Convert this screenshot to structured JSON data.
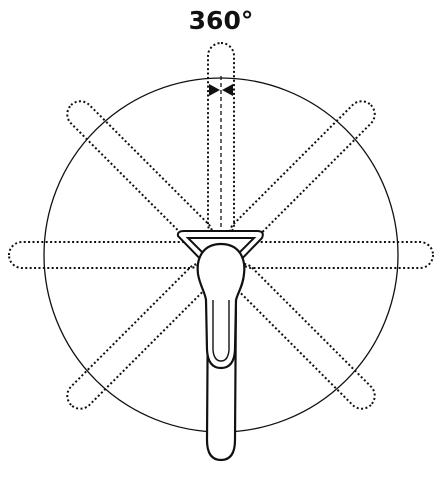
{
  "diagram": {
    "rotation_label": "360°",
    "rotation_degrees": 360,
    "swing_positions": 8,
    "colors": {
      "line": "#111111",
      "background": "#ffffff"
    }
  }
}
